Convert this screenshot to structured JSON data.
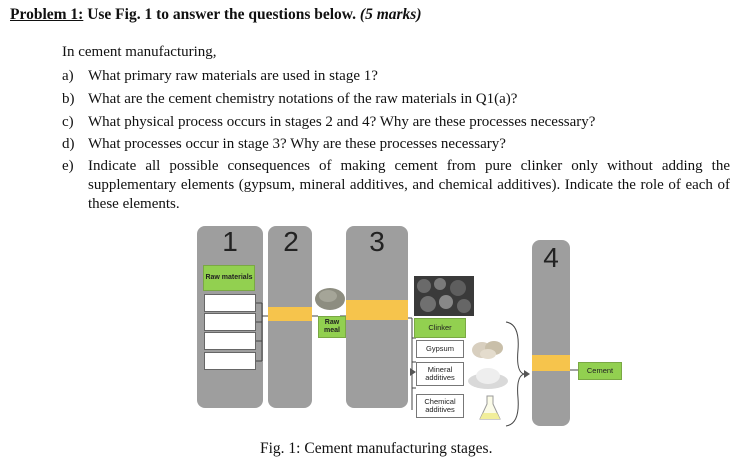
{
  "problem": {
    "label": "Problem 1:",
    "title": " Use Fig. 1 to answer the questions below.",
    "marks": "(5 marks)"
  },
  "intro": "In cement manufacturing,",
  "questions": [
    {
      "letter": "a)",
      "text": "What primary raw materials are used in stage 1?"
    },
    {
      "letter": "b)",
      "text": "What are the cement chemistry notations of the raw materials in Q1(a)?"
    },
    {
      "letter": "c)",
      "text": "What physical process occurs in stages 2 and 4? Why are these processes necessary?"
    },
    {
      "letter": "d)",
      "text": "What processes occur in stage 3? Why are these processes necessary?"
    },
    {
      "letter": "e)",
      "text": "Indicate all possible consequences of making cement from pure clinker only without adding the supplementary elements (gypsum, mineral additives, and chemical additives). Indicate the role of each of these elements."
    }
  ],
  "figure": {
    "stage_numbers": [
      "1",
      "2",
      "3",
      "4"
    ],
    "raw_materials": "Raw materials",
    "raw_meal": "Raw meal",
    "clinker": "Clinker",
    "gypsum": "Gypsum",
    "mineral_additives": "Mineral additives",
    "chemical_additives": "Chemical additives",
    "cement": "Cement",
    "caption": "Fig. 1: Cement manufacturing stages."
  },
  "colors": {
    "column": "#9e9e9e",
    "green": "#92d050",
    "orange": "#f6c44c"
  }
}
